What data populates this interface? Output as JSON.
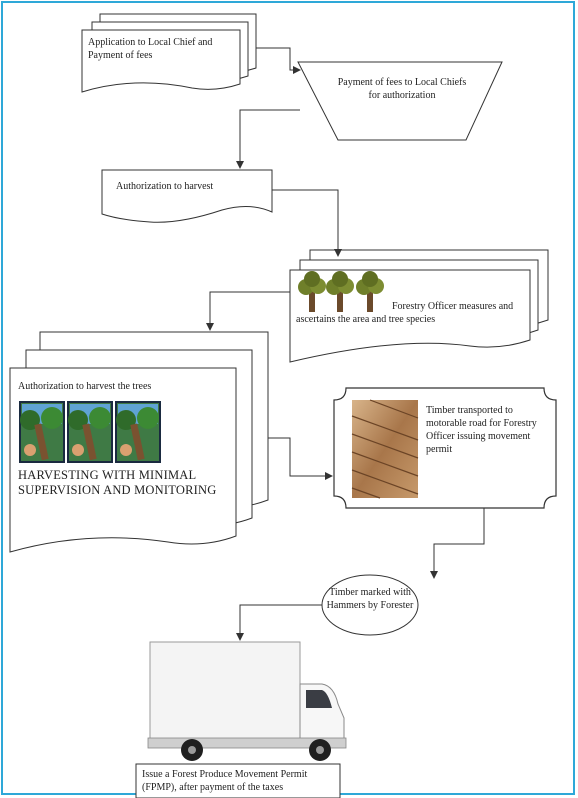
{
  "nodes": {
    "application": {
      "text": "Application to Local Chief and Payment of fees"
    },
    "payment_chiefs": {
      "text": "Payment of fees to Local Chiefs for authorization"
    },
    "authorization_harvest": {
      "text": "Authorization to harvest"
    },
    "forestry_officer": {
      "text": "Forestry Officer measures and ascertains the area and tree species"
    },
    "authorization_trees": {
      "text": "Authorization to harvest the trees"
    },
    "harvesting_minimal": {
      "text": "HARVESTING WITH MINIMAL SUPERVISION AND MONITORING"
    },
    "timber_transported": {
      "text": "Timber transported to motorable road for Forestry Officer issuing movement permit"
    },
    "timber_marked": {
      "text": "Timber marked with Hammers by Forester"
    },
    "fpmp": {
      "text": "Issue a Forest Produce Movement Permit (FPMP), after payment of the taxes"
    }
  },
  "colors": {
    "frame": "#2ea8d8",
    "line": "#333333",
    "foliage": "#6f7f2a",
    "trunk": "#6b4a2b",
    "wood": "#b98a5c",
    "truck": "#f2f2f2"
  },
  "icons": {
    "tree_icon": "tree-icon",
    "forest_picture": "forest-picture-icon",
    "timber_picture": "timber-planks-icon",
    "truck_picture": "box-truck-icon"
  }
}
